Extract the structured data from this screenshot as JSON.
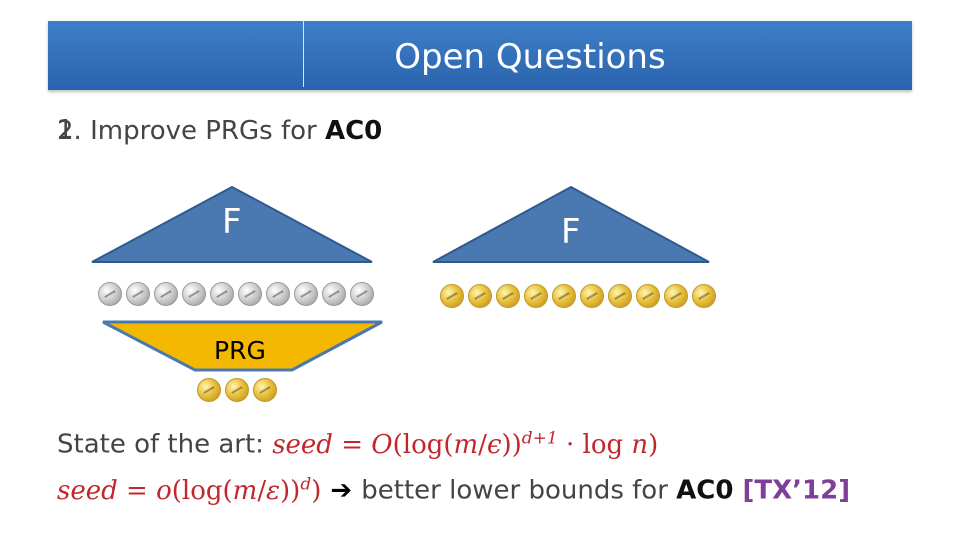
{
  "header": {
    "title": "Open Questions"
  },
  "question": {
    "number_a": "1",
    "number_b": "2",
    "text": ". Improve PRGs for ",
    "bold": "AC0"
  },
  "diagram": {
    "left_label": "F",
    "right_label": "F",
    "prg_label": "PRG"
  },
  "state_line": {
    "prefix": "State of the art: ",
    "seed": "seed",
    "eq": " = ",
    "O": "O",
    "log_open": "(log(",
    "m": "m",
    "slash": "/",
    "eps": "ϵ",
    "close": "))",
    "exp": "d+1",
    "dot": " · log ",
    "n": "n",
    "end": ")"
  },
  "goal_line": {
    "seed": "seed",
    "eq": " = ",
    "o": "o",
    "log_open": "(log(",
    "m": "m",
    "slash": "/",
    "eps": "ε",
    "close": "))",
    "exp": "d",
    "end": ")",
    "arrow": " ➔ ",
    "text": "better lower bounds for ",
    "bold": "AC0",
    "ref": " [TX’12]"
  },
  "colors": {
    "header": "#2f6db5",
    "triangle": "#4a78b0",
    "prg": "#f5b800",
    "math": "#c0282d",
    "ref": "#7f3f98"
  }
}
